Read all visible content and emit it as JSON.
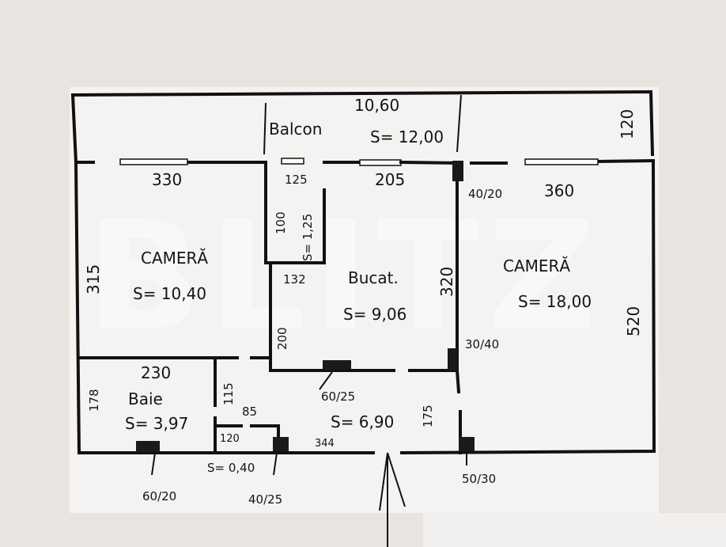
{
  "plan": {
    "watermark": "BLITZ",
    "rooms": [
      {
        "id": "balcon",
        "name": "Balcon",
        "length": "10,60",
        "area": "S= 12,00",
        "depth": "120"
      },
      {
        "id": "camera-left",
        "name": "CAMERĂ",
        "area": "S= 10,40",
        "width": "330",
        "height": "315"
      },
      {
        "id": "storage",
        "width": "125",
        "height": "100",
        "area": "S= 1,25"
      },
      {
        "id": "bucatarie",
        "name": "Bucat.",
        "area": "S= 9,06",
        "width": "205",
        "height": "320"
      },
      {
        "id": "camera-right",
        "name": "CAMERĂ",
        "area": "S= 18,00",
        "width": "360",
        "height": "520"
      },
      {
        "id": "baie",
        "name": "Baie",
        "area": "S= 3,97",
        "width": "230",
        "height": "178"
      },
      {
        "id": "hol",
        "area": "S= 6,90",
        "width": "344",
        "height": "175"
      },
      {
        "id": "wc",
        "area": "S= 0,40",
        "width": "85",
        "height": "120"
      }
    ],
    "dimensions": {
      "wall_132": "132",
      "wall_200": "200",
      "wall_115": "115",
      "pillar_top": "40/20",
      "pillar_kitchen": "30/40",
      "duct_kitchen": "60/25",
      "duct_baie": "60/20",
      "duct_wc": "40/25",
      "duct_hol": "50/30"
    }
  }
}
